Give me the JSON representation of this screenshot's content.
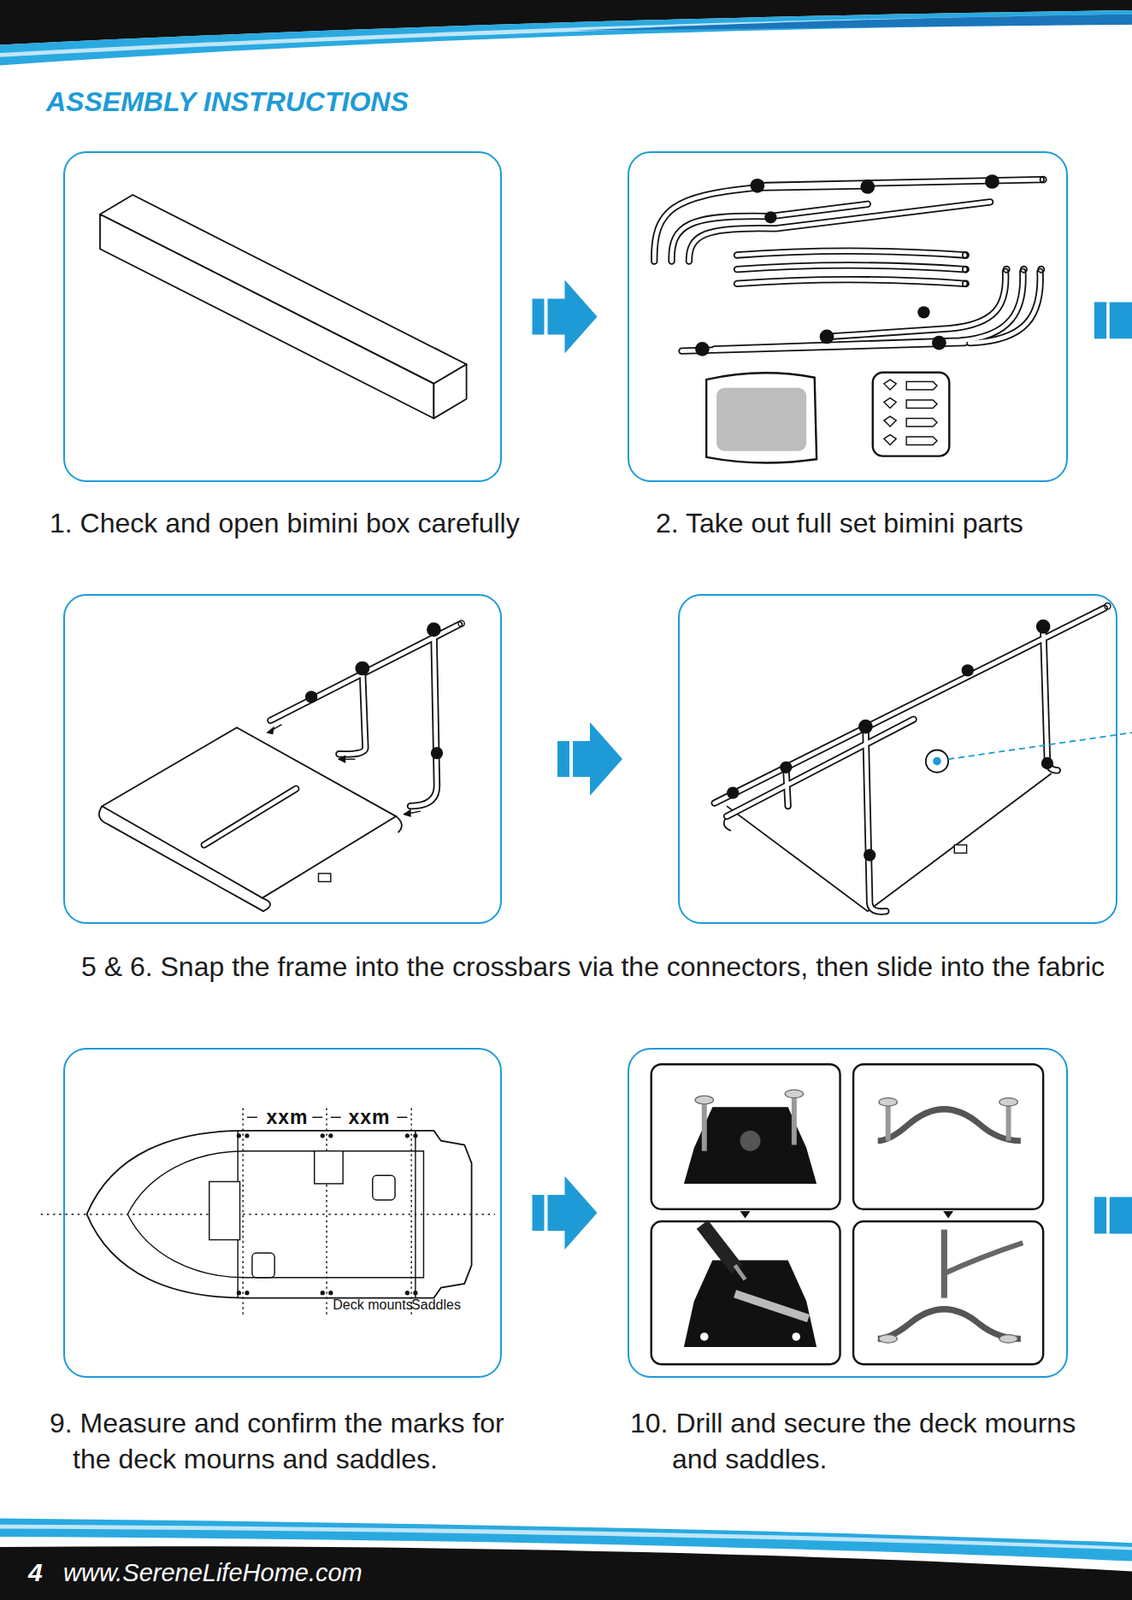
{
  "diagram": {
    "title": "ASSEMBLY INSTRUCTIONS",
    "nodes": [
      {
        "text": [
          "1. Check and open bimini box carefully"
        ]
      },
      {
        "text": [
          "2. Take out full set bimini parts"
        ]
      },
      {
        "text": [
          "5 & 6. Snap the frame into the crossbars via the connectors, then slide into the fabric"
        ]
      },
      {
        "text": []
      },
      {
        "text": [
          "9. Measure and confirm the marks for the deck mourns and saddles."
        ]
      },
      {
        "text": [
          "10. Drill and secure the deck mourns and saddles."
        ]
      }
    ],
    "edges": [
      {
        "from": 0,
        "to": 1,
        "arrow": "to"
      },
      {
        "from": 2,
        "to": 3,
        "arrow": "to"
      },
      {
        "from": 4,
        "to": 5,
        "arrow": "to"
      }
    ],
    "labels": [
      "xxm",
      "xxm",
      "Deck mounts",
      "Saddles",
      "4",
      "www.SereneLifeHome.com"
    ]
  }
}
